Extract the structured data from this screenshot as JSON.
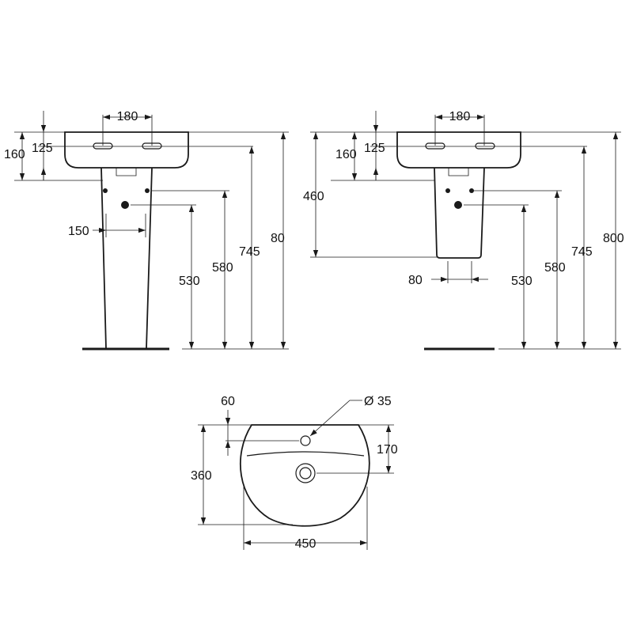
{
  "pedestal_view": {
    "tap_spacing": "180",
    "overflow_height": "125",
    "basin_height": "160",
    "supply_spacing": "150",
    "waste_height": "530",
    "supply_height": "580",
    "rim_height": "745",
    "overall_height": "80"
  },
  "semi_pedestal_view": {
    "tap_spacing": "180",
    "overflow_height": "125",
    "basin_height": "160",
    "semi_pedestal_length": "460",
    "supply_spacing": "80",
    "waste_height": "530",
    "supply_height": "580",
    "rim_height": "745",
    "overall_height": "800"
  },
  "plan_view": {
    "tap_hole_offset": "60",
    "tap_hole_diameter": "Ø 35",
    "waste_offset": "170",
    "depth": "360",
    "width": "450"
  }
}
